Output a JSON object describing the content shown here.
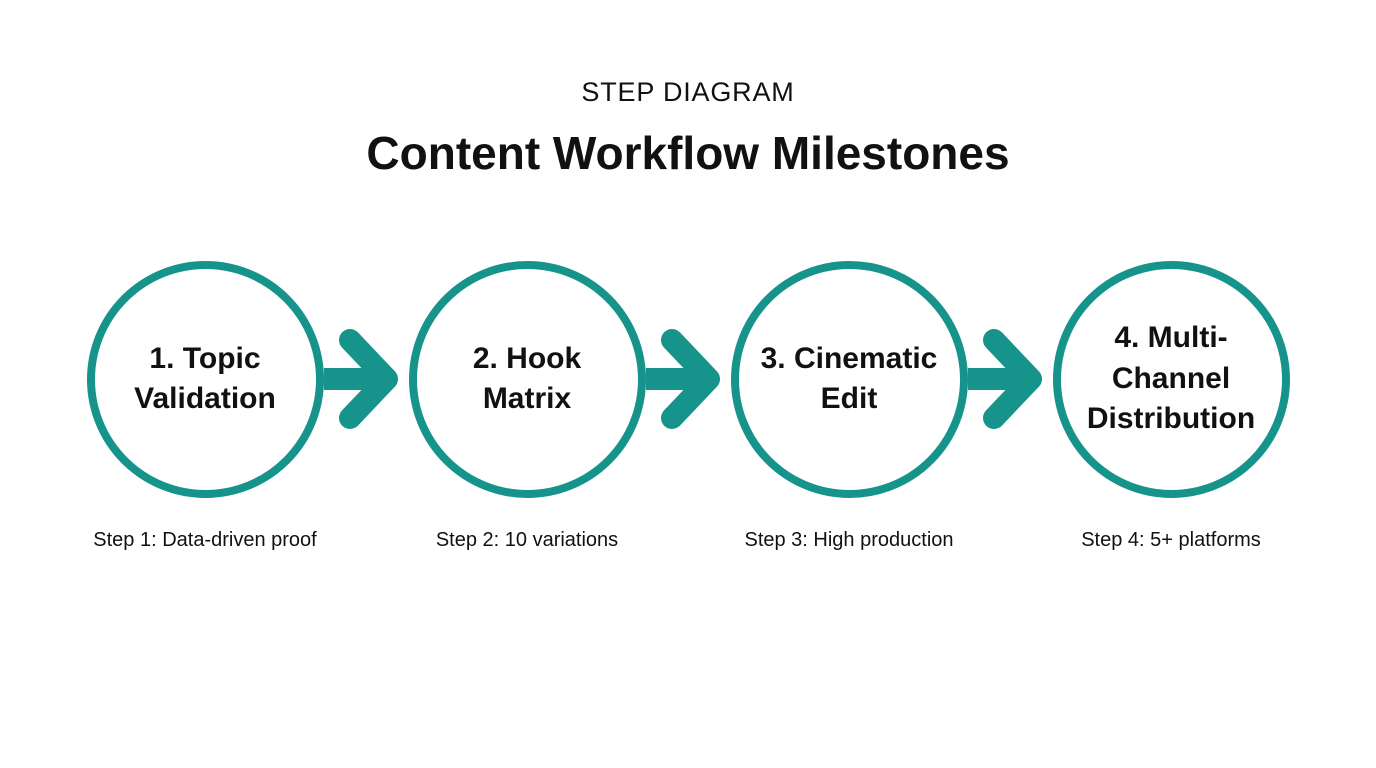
{
  "theme": {
    "accent_color": "#16948b",
    "text_color": "#111111",
    "background_color": "#ffffff"
  },
  "header": {
    "eyebrow": "STEP DIAGRAM",
    "title": "Content Workflow Milestones"
  },
  "steps": [
    {
      "label": "1. Topic\nValidation",
      "caption": "Step 1: Data-driven proof"
    },
    {
      "label": "2. Hook\nMatrix",
      "caption": "Step 2: 10 variations"
    },
    {
      "label": "3. Cinematic\nEdit",
      "caption": "Step 3: High production"
    },
    {
      "label": "4. Multi-\nChannel\nDistribution",
      "caption": "Step 4: 5+ platforms"
    }
  ]
}
